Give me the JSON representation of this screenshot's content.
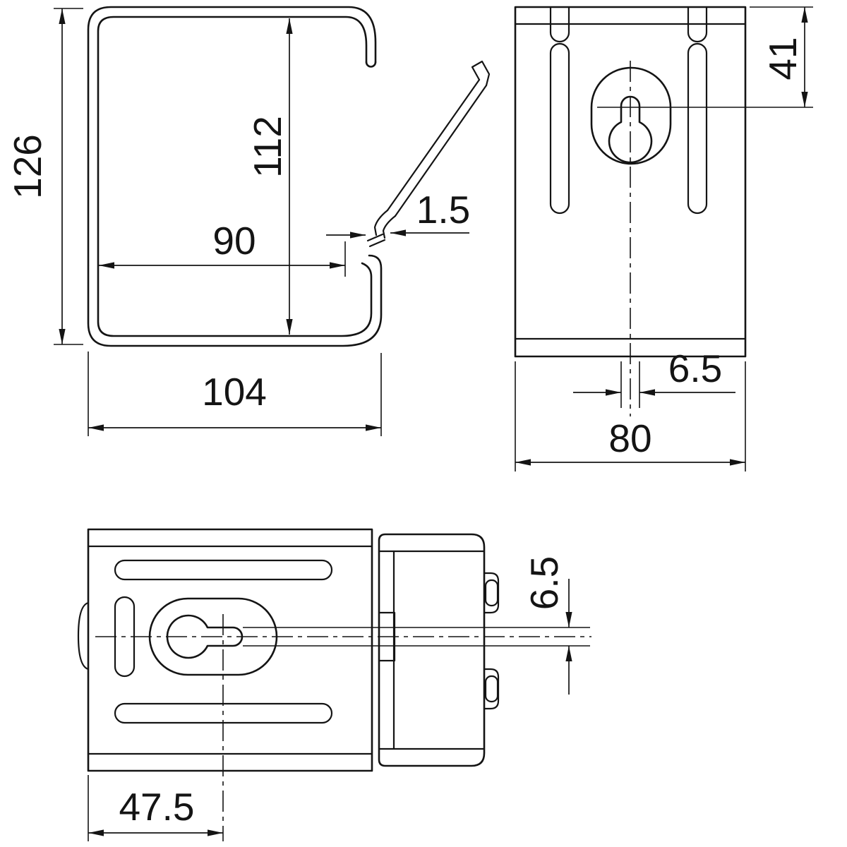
{
  "colors": {
    "ink": "#141414",
    "background": "#ffffff"
  },
  "side_view": {
    "dims": {
      "overall_height": "126",
      "inner_height": "112",
      "inner_width": "90",
      "material_thickness": "1.5",
      "overall_width": "104"
    }
  },
  "front_view": {
    "dims": {
      "keyhole_from_top": "41",
      "slot_width": "6.5",
      "overall_width": "80"
    }
  },
  "plan_view": {
    "dims": {
      "slot_width": "6.5",
      "slot_center_from_edge": "47.5"
    }
  }
}
